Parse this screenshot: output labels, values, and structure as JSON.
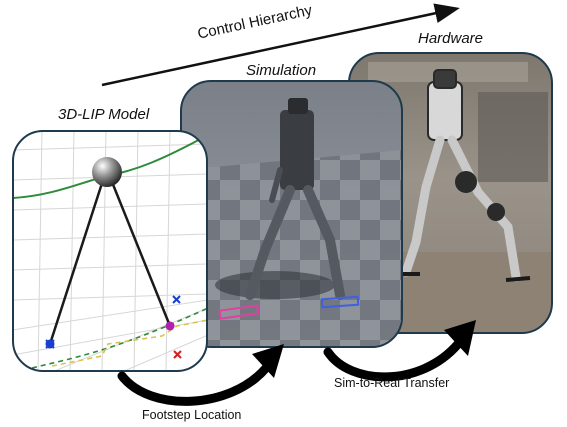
{
  "header": {
    "arrow_label": "Control Hierarchy"
  },
  "panels": {
    "lip": {
      "title": "3D-LIP Model"
    },
    "simulation": {
      "title": "Simulation"
    },
    "hardware": {
      "title": "Hardware"
    }
  },
  "transitions": {
    "footstep": "Footstep Location",
    "sim_to_real": "Sim-to-Real Transfer"
  },
  "colors": {
    "panel_border": "#1e3a4c",
    "curve_green": "#2e8b3a",
    "marker_blue": "#1a3fd0",
    "marker_red": "#d22020",
    "marker_purple": "#b01fb0",
    "dashed_yellow": "#d8c44a"
  }
}
